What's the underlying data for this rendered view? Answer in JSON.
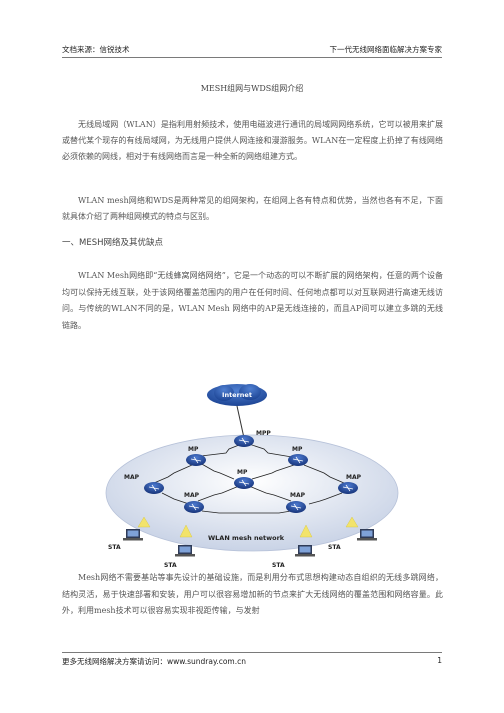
{
  "header": {
    "left": "文档来源：信锐技术",
    "right": "下一代无线网络面临解决方案专家"
  },
  "title": "MESH组网与WDS组网介绍",
  "paragraphs": [
    "无线局域网（WLAN）是指利用射频技术，使用电磁波进行通讯的局域网网络系统，它可以被用来扩展或替代某个现存的有线局域网，为无线用户提供人网连接和漫游服务。WLAN在一定程度上扔掉了有线网络必须依赖的网线，相对于有线网络而言是一种全新的网络组建方式。",
    "WLAN mesh网络和WDS是两种常见的组网架构，在组网上各有特点和优势，当然也各有不足，下面就具体介绍了两种组网模式的特点与区别。"
  ],
  "section_heading": "一、MESH网络及其优缺点",
  "mesh_paragraph": "WLAN Mesh网络即“无线蜂窝网络网络”，它是一个动态的可以不断扩展的网络架构，任意的两个设备均可以保持无线互联，处于该网络覆盖范围内的用户在任何时间、任何地点都可以对互联网进行高速无线访问。与传统的WLAN不同的是，WLAN Mesh 网络中的AP是无线连接的，而且AP间可以建立多跳的无线链路。",
  "diagram": {
    "internet_label": "Internet",
    "mpp_label": "MPP",
    "mp_label": "MP",
    "map_label": "MAP",
    "sta_label": "STA",
    "network_label": "WLAN mesh network"
  },
  "bottom_paragraph": "Mesh网络不需要基站等事先设计的基础设施，而是利用分布式思想构建动态自组织的无线多跳网络，结构灵活，易于快速部署和安装，用户可以很容易增加新的节点来扩大无线网络的覆盖范围和网络容量。此外，利用mesh技术可以很容易实现非视距传输，与发射",
  "footer": {
    "left": "更多无线网络解决方案请访问：www.sundray.com.cn",
    "page": "1"
  }
}
